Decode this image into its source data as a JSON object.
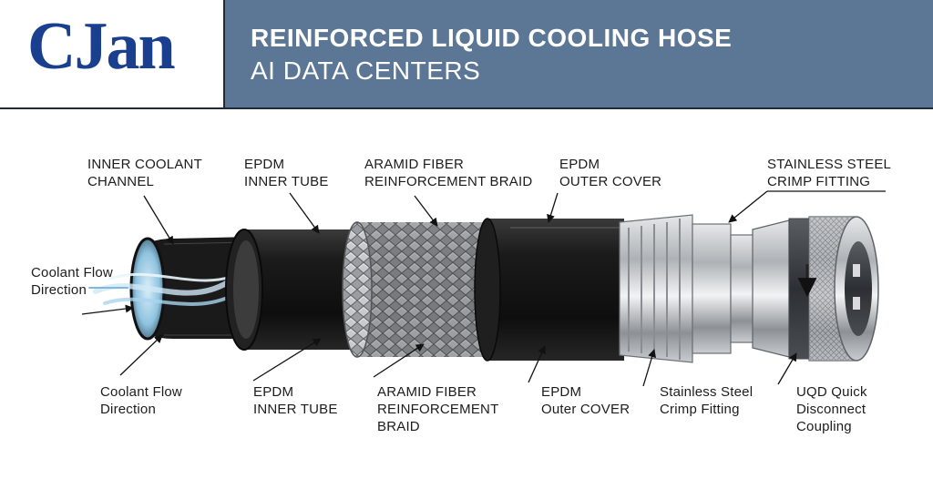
{
  "header": {
    "logo": "CJan",
    "title_line1": "REINFORCED LIQUID COOLING HOSE",
    "title_line2": "AI DATA CENTERS"
  },
  "top_labels": {
    "inner_channel": [
      "INNER COOLANT",
      "CHANNEL"
    ],
    "inner_tube": [
      "EPDM",
      "INNER TUBE"
    ],
    "braid": [
      "ARAMID FIBER",
      "REINFORCEMENT BRAID"
    ],
    "outer_cover": [
      "EPDM",
      "OUTER COVER"
    ],
    "crimp_fitting": [
      "STAINLESS STEEL",
      "CRIMP FITTING"
    ]
  },
  "side_label": [
    "Coolant Flow",
    "Direction"
  ],
  "bottom_labels": {
    "flow": [
      "Coolant Flow",
      "Direction"
    ],
    "inner_tube": [
      "EPDM",
      "INNER TUBE"
    ],
    "braid": [
      "ARAMID FIBER",
      "REINFORCEMENT",
      "BRAID"
    ],
    "outer_cover": [
      "EPDM",
      "Outer COVER"
    ],
    "crimp_fitting": [
      "Stainless Steel",
      "Crimp Fitting"
    ],
    "coupling": [
      "UQD Quick",
      "Disconnect",
      "Coupling"
    ]
  },
  "colors": {
    "header_band": "#5b7795",
    "logo": "#1a3f8f",
    "hose_black": "#151515",
    "steel": "#b9bcc0"
  }
}
